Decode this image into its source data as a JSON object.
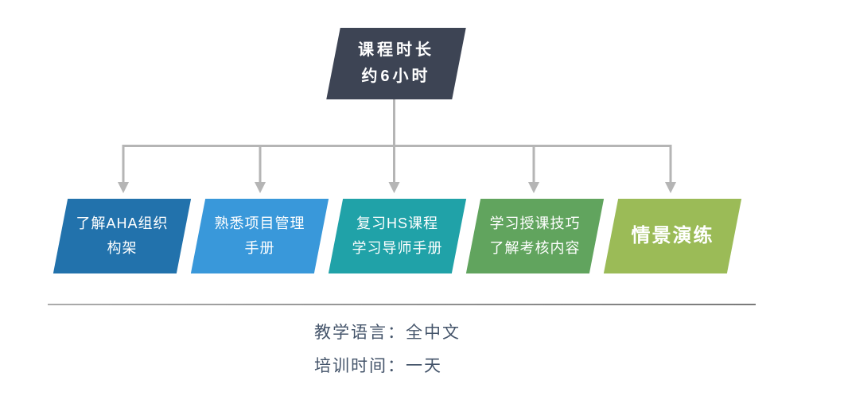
{
  "header": {
    "lines": [
      "课程时长",
      "约6小时"
    ],
    "bg_color": "#3d4454",
    "text_color": "#ffffff"
  },
  "steps": [
    {
      "lines": [
        "了解AHA组织",
        "构架"
      ],
      "color": "#2272ac"
    },
    {
      "lines": [
        "熟悉项目管理",
        "手册"
      ],
      "color": "#3998da"
    },
    {
      "lines": [
        "复习HS课程",
        "学习导师手册"
      ],
      "color": "#20a2a8"
    },
    {
      "lines": [
        "学习授课技巧",
        "了解考核内容"
      ],
      "color": "#61a45e"
    },
    {
      "lines": [
        "情景演练"
      ],
      "color": "#9bbb57"
    }
  ],
  "footer": {
    "lines": [
      "教学语言：全中文",
      "培训时间：一天"
    ],
    "text_color": "#44546a"
  },
  "connector_color": "#b5b5b5"
}
